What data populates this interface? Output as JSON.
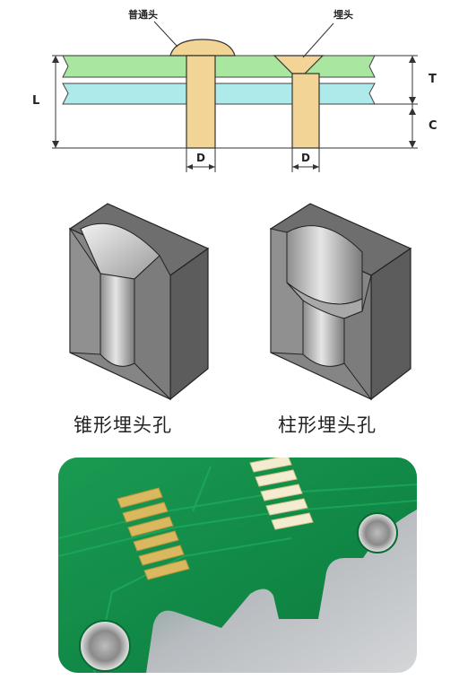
{
  "diagram": {
    "label_normal_head": "普通头",
    "label_countersunk_head": "埋头",
    "label_L": "L",
    "label_T": "T",
    "label_C": "C",
    "label_D_left": "D",
    "label_D_right": "D"
  },
  "captions": {
    "left": "锥形埋头孔",
    "right": "柱形埋头孔"
  },
  "colors": {
    "pcb_top_layer": "#a9e6a0",
    "pcb_bottom_layer": "#aeeaea",
    "fastener": "#f2d596",
    "solder_mask": "#0f8a4a",
    "gold_finger": "#d9b860"
  }
}
